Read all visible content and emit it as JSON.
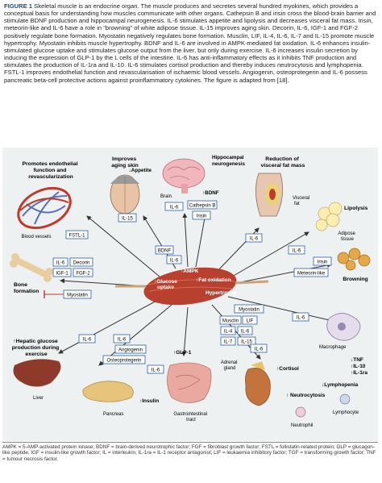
{
  "caption": {
    "label": "FIGURE 1",
    "text": "Skeletal muscle is an endocrine organ. The muscle produces and secretes several hundred myokines, which provides a conceptual basis for understanding how muscles communicate with other organs. Cathepsin B and irisin cross the blood-brain barrier and stimulate BDNF production and hippocampal neurogenesis. IL-6 stimulates appetite and lipolysis and decreases visceral fat mass. Irisin, meteorin-like and IL-6 have a role in “browning” of white adipose tissue. IL-15 improves aging skin. Decorin, IL-6, IGF-1 and FGF-2 positively regulate bone formation. Myostatin negatively regulates bone formation. Musclin, LIF, IL-4, IL-6, IL-7 and IL-15 promote muscle hypertrophy. Myostatin inhibits muscle hypertrophy. BDNF and IL-6 are involved in AMPK-mediated fat oxidation. IL-6 enhances insulin-stimulated glucose uptake and stimulates glucose output from the liver, but only during exercise. IL-6 increases insulin secretion by inducing the expression of GLP-1 by the L cells of the intestine. IL-6 has anti-inflammatory effects as it inhibits TNF production and stimulates the production of IL-1ra and IL-10. IL-6 stimulates cortisol production and thereby induces neutrocytosis and lymphopenia. FSTL-1 improves endothelial function and revascularisation of ischaemic blood vessels. Angiogenin, osteoprotegerin and IL-6 possess pancreatic beta-cell protective actions against proinflammatory cytokines. The figure is adapted from [18]."
  },
  "organs": {
    "vessels_title_1": "Promotes endothelial",
    "vessels_title_2": "function and",
    "vessels_title_3": "revascularization",
    "vessels_label": "Blood vessels",
    "skin_title_1": "Improves",
    "skin_title_2": "aging skin",
    "brain_label": "Brain",
    "appetite": "↓Appetite",
    "hippo_1": "Hippocampal",
    "hippo_2": "neurogenesis",
    "bdnf_up": "↑BDNF",
    "visceral_title_1": "Reduction of",
    "visceral_title_2": "visceral fat mass",
    "visceral_label_1": "Visceral",
    "visceral_label_2": "fat",
    "lipolysis": "Lipolysis",
    "adipose_1": "Adipose",
    "adipose_2": "tissue",
    "browning": "Browning",
    "bone_label_1": "Bone",
    "bone_label_2": "formation",
    "liver_title_1": "↑Hepatic glucose",
    "liver_title_2": "production during",
    "liver_title_3": "exercise",
    "liver_label": "Liver",
    "pancreas_label": "Pancreas",
    "insulin": "↑Insulin",
    "glp1": "↑GLP-1",
    "gi_1": "Gastrointestinal",
    "gi_2": "tract",
    "adrenal_1": "Adrenal",
    "adrenal_2": "gland",
    "cortisol": "↑Cortisol",
    "neutro": "↑ Neutrocytosis",
    "neutrophil": "Neutrophil",
    "lympho": "↓Lymphopenia",
    "lymphocyte": "Lymphocyte",
    "macrophage": "Macrophage",
    "tnf": "↓TNF",
    "il10": "↑IL-10",
    "il1ra": "↑IL-1ra",
    "ampk": "↑AMPK",
    "glucose_1": "↑Glucose",
    "glucose_2": "uptake",
    "fat_ox": "↑Fat oxidation",
    "hypertrophy": "Hypertrophy"
  },
  "myokines": {
    "il15_skin": "IL-15",
    "il6_brain": "IL-6",
    "cathepsin": "Cathepsin B",
    "irisin_brain": "Irisin",
    "fstl1": "FSTL-1",
    "il6_visceral": "IL-6",
    "bdnf_box": "BDNF",
    "il6_ampk": "IL-6",
    "il6_bone": "IL-6",
    "decorin": "Decorin",
    "igf1": "IGF-1",
    "fgf2": "FGF-2",
    "myostatin_bone": "Myostatin",
    "il6_adipose": "IL-6",
    "irisin_adipose": "Irisin",
    "meteorin": "Meteorin-like",
    "myostatin_hyp": "Myostatin",
    "musclin": "Musclin",
    "lif": "LIF",
    "il4": "IL-4",
    "il6_hyp": "IL-6",
    "il7": "IL-7",
    "il15_hyp": "IL-15",
    "il6_macro": "IL-6",
    "il6_liver": "IL-6",
    "il6_panc": "IL-6",
    "angiogenin": "Angiogenin",
    "osteoprotegerin": "Osteoprotegerin",
    "il6_gi": "IL-6",
    "il6_adrenal": "IL-6"
  },
  "footnote": "AMPK = 5-AMP-activated protein kinase; BDNF = brain-derived neurotrophic factor; FGF = fibroblast growth factor; FSTL = follistatin-related protein; GLP = glucagon-like peptide; IGF = insulin-like growth factor; IL = interleukin; IL-1ra = IL-1 receptor antagonist; LIF = leukaemia inhibitory factor; TGF = transforming growth factor; TNF = tumour necrosis factor.",
  "colors": {
    "box_border": "#2b5fa8",
    "arrow": "#333333",
    "muscle": "#b8402f",
    "inhibit": "#c23b2c"
  }
}
